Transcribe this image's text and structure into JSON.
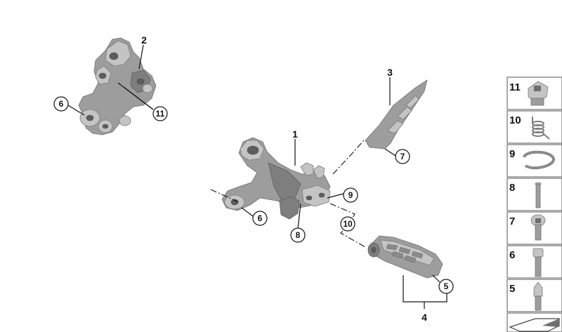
{
  "callouts": {
    "c1": "1",
    "c2": "2",
    "c3": "3",
    "c4": "4",
    "c5": "5",
    "c6_top": "6",
    "c6_main": "6",
    "c7": "7",
    "c8": "8",
    "c9": "9",
    "c10": "10",
    "c11": "11"
  },
  "legend": [
    {
      "number": "11",
      "part": "adjusting-nut"
    },
    {
      "number": "10",
      "part": "torsion-spring"
    },
    {
      "number": "9",
      "part": "circlip"
    },
    {
      "number": "8",
      "part": "pin"
    },
    {
      "number": "7",
      "part": "hex-socket-screw"
    },
    {
      "number": "6",
      "part": "cylinder-screw"
    },
    {
      "number": "5",
      "part": "rubber-buffer-bolt"
    },
    {
      "number": "",
      "part": "reference-arrow"
    }
  ]
}
